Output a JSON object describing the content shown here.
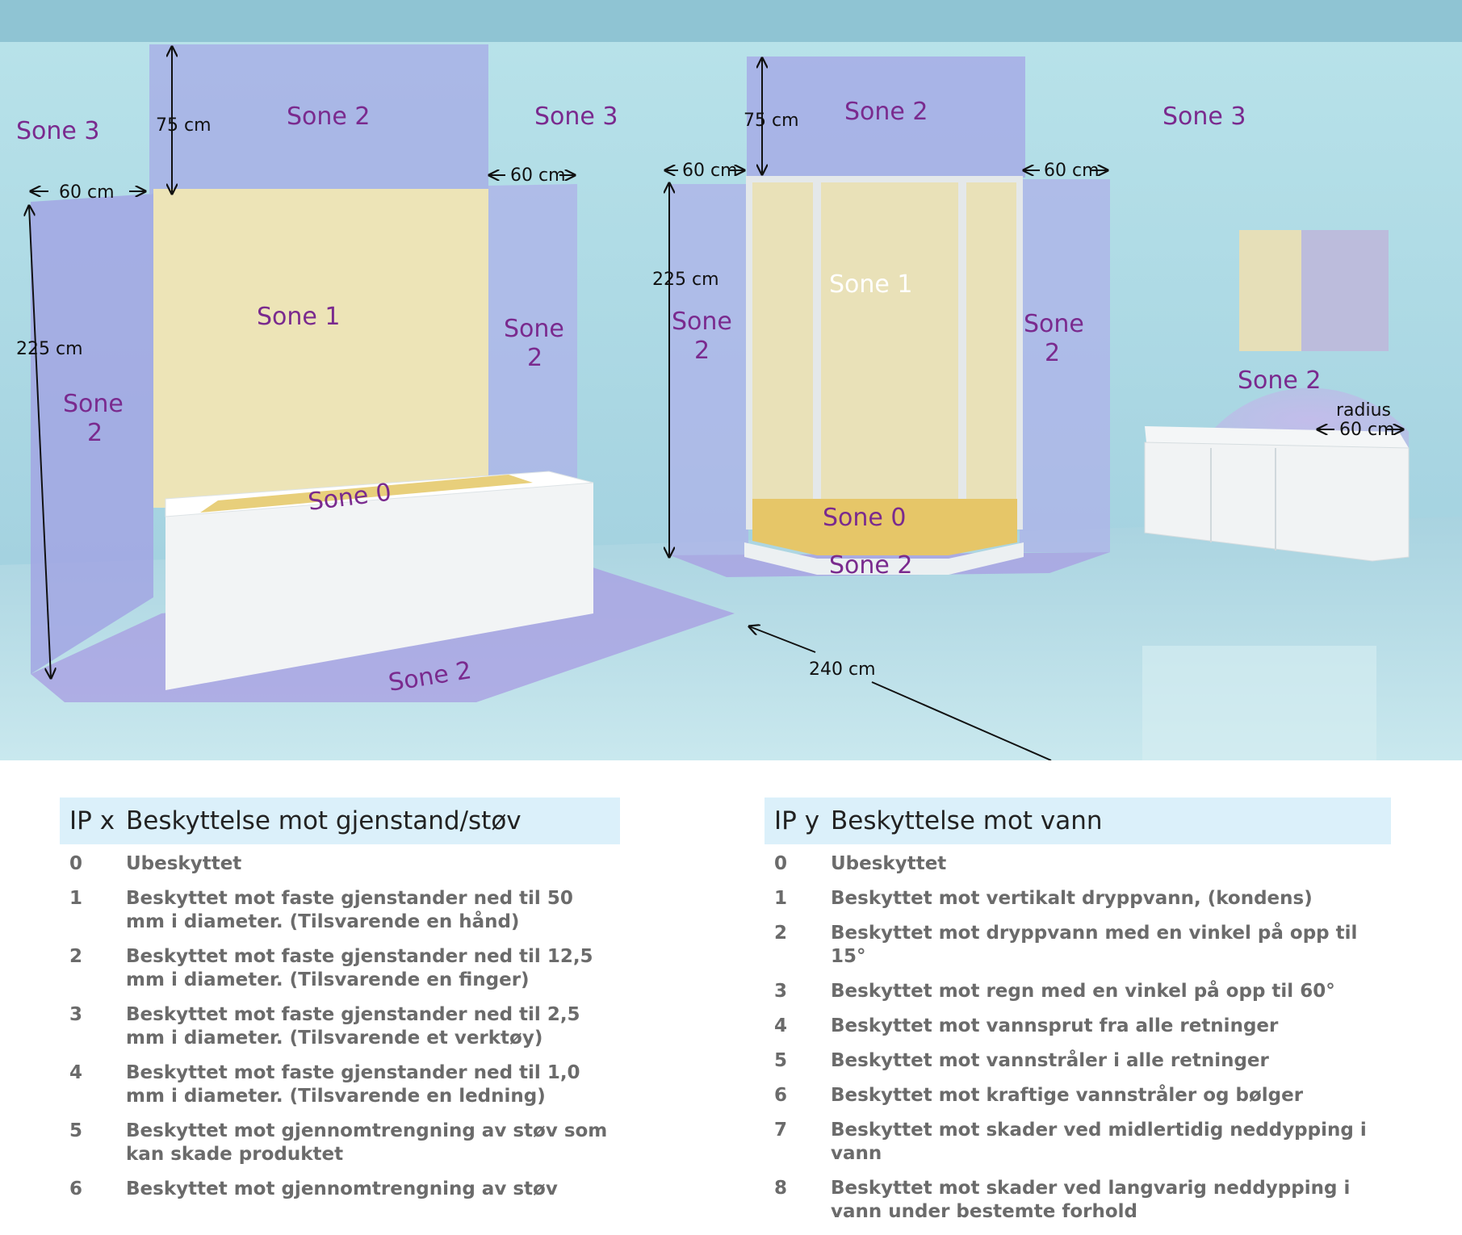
{
  "scene": {
    "zones": {
      "tub_left_sone3": "Sone 3",
      "tub_top_sone2": "Sone 2",
      "tub_mid_sone3": "Sone 3",
      "tub_sone1": "Sone 1",
      "tub_right_sone2_a": "Sone",
      "tub_right_sone2_b": "2",
      "tub_left_sone2_a": "Sone",
      "tub_left_sone2_b": "2",
      "tub_sone0": "Sone 0",
      "tub_floor_sone2": "Sone 2",
      "shower_top_sone2": "Sone 2",
      "right_sone3": "Sone 3",
      "shower_sone1": "Sone 1",
      "shower_left_sone2_a": "Sone",
      "shower_left_sone2_b": "2",
      "shower_right_sone2_a": "Sone",
      "shower_right_sone2_b": "2",
      "shower_sone0": "Sone 0",
      "shower_floor_sone2": "Sone 2",
      "sink_sone2": "Sone 2"
    },
    "dims": {
      "tub_75": "75 cm",
      "tub_left_60": "60 cm",
      "tub_right_60": "60 cm",
      "tub_225": "225 cm",
      "shower_75": "75 cm",
      "shower_left_60": "60 cm",
      "shower_right_60": "60 cm",
      "shower_225": "225 cm",
      "radius": "radius",
      "radius_60": "60 cm",
      "floor_240": "240 cm"
    }
  },
  "ipx": {
    "code": "IP x",
    "title": "Beskyttelse mot gjenstand/støv",
    "rows": [
      {
        "num": "0",
        "text": "Ubeskyttet"
      },
      {
        "num": "1",
        "text": "Beskyttet mot faste gjenstander ned til 50 mm i diameter. (Tilsvarende en hånd)"
      },
      {
        "num": "2",
        "text": "Beskyttet mot faste gjenstander ned til 12,5 mm i diameter. (Tilsvarende en finger)"
      },
      {
        "num": "3",
        "text": "Beskyttet mot faste gjenstander ned til 2,5 mm i diameter. (Tilsvarende et verktøy)"
      },
      {
        "num": "4",
        "text": "Beskyttet mot faste gjenstander ned til 1,0 mm i diameter. (Tilsvarende en ledning)"
      },
      {
        "num": "5",
        "text": "Beskyttet mot gjennomtrengning av støv som kan skade produktet"
      },
      {
        "num": "6",
        "text": "Beskyttet mot gjennomtrengning av støv"
      }
    ]
  },
  "ipy": {
    "code": "IP y",
    "title": "Beskyttelse mot vann",
    "rows": [
      {
        "num": "0",
        "text": "Ubeskyttet"
      },
      {
        "num": "1",
        "text": "Beskyttet mot vertikalt dryppvann, (kondens)"
      },
      {
        "num": "2",
        "text": "Beskyttet mot dryppvann med en vinkel på opp til 15°"
      },
      {
        "num": "3",
        "text": "Beskyttet mot regn med en vinkel på opp til 60°"
      },
      {
        "num": "4",
        "text": "Beskyttet mot vannsprut fra alle retninger"
      },
      {
        "num": "5",
        "text": "Beskyttet mot vannstråler i alle retninger"
      },
      {
        "num": "6",
        "text": "Beskyttet mot kraftige vannstråler og bølger"
      },
      {
        "num": "7",
        "text": "Beskyttet mot skader ved midlertidig neddypping i vann"
      },
      {
        "num": "8",
        "text": "Beskyttet mot skader ved langvarig neddypping i vann under bestemte forhold"
      }
    ]
  }
}
